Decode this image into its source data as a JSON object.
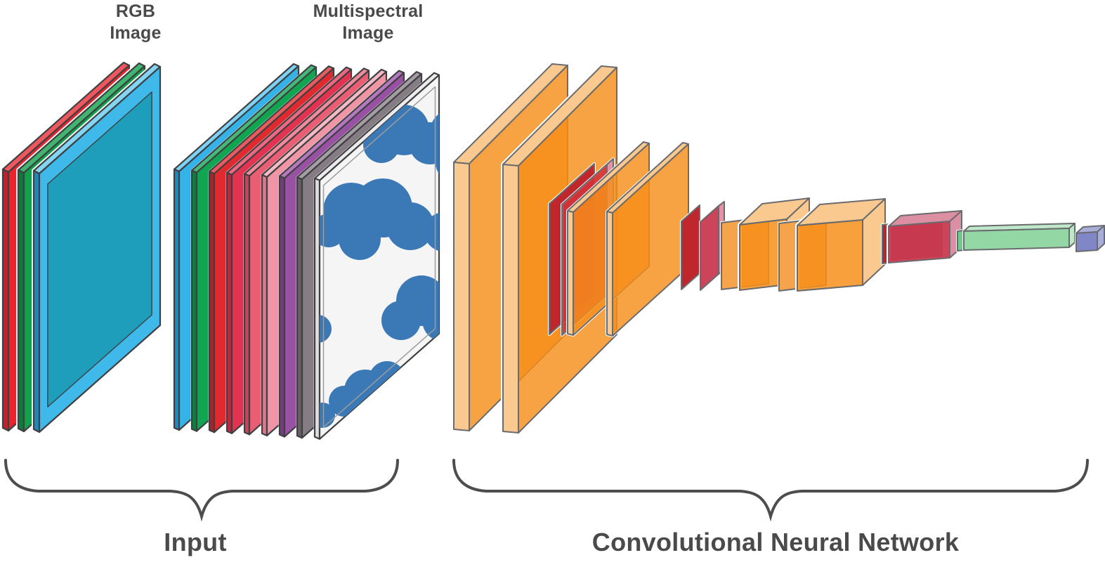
{
  "titles": {
    "rgb_line1": "RGB",
    "rgb_line2": "Image",
    "ms_line1": "Multispectral",
    "ms_line2": "Image"
  },
  "captions": {
    "input": "Input",
    "cnn": "Convolutional Neural Network"
  },
  "diagram": {
    "background": "#FFFFFF",
    "text_color": "#4A4A4A",
    "brace_color": "#4D4D4D",
    "input_outline": "#3F4042",
    "cnn_outline": "#6A6B6E",
    "rgb_image": {
      "layers": [
        {
          "name": "red-channel-layer",
          "face": "#E8242C",
          "side": "#C8202A",
          "top": "#F0565E",
          "opacity": 1
        },
        {
          "name": "green-channel-layer",
          "face": "#12A14B",
          "side": "#0C7C3A",
          "top": "#3FB56F",
          "opacity": 1
        },
        {
          "name": "blue-channel-layer",
          "face": "#3EB9E9",
          "side": "#1D87BE",
          "top": "#83D5F4",
          "opacity": 1,
          "inner": "#1E9EBB"
        }
      ]
    },
    "multispectral_image": {
      "cloud_color": "#3B79B6",
      "layers": [
        {
          "name": "cyan-band-layer",
          "face": "#35B3E8",
          "side": "#2089BF",
          "top": "#7ED2F5",
          "opacity": 1
        },
        {
          "name": "green-band-layer",
          "face": "#10A551",
          "side": "#0C7F3E",
          "top": "#45BA78",
          "opacity": 1
        },
        {
          "name": "red-band-layer",
          "face": "#E02A2F",
          "side": "#B21F26",
          "top": "#EB5A5E",
          "opacity": 1
        },
        {
          "name": "crimson-band-layer",
          "face": "#E43350",
          "side": "#BE2840",
          "top": "#EE6880",
          "opacity": 1
        },
        {
          "name": "rose-band-layer",
          "face": "#EA5D72",
          "side": "#CC4258",
          "top": "#F18B9C",
          "opacity": 1
        },
        {
          "name": "pink-band-layer",
          "face": "#F095A5",
          "side": "#D97A8C",
          "top": "#F6BAC5",
          "opacity": 1
        },
        {
          "name": "purple-band-layer",
          "face": "#9951A3",
          "side": "#773B81",
          "top": "#B678BE",
          "opacity": 1
        },
        {
          "name": "gray-band-layer",
          "face": "#867C84",
          "side": "#685F66",
          "top": "#A69DA4",
          "opacity": 1
        },
        {
          "name": "cloud-image-layer",
          "face": "#F6F5F6",
          "side": "#DFDDDE",
          "top": "#ECEAEB",
          "opacity": 1,
          "inner_stroke": "#9C9C9C"
        }
      ]
    },
    "cnn": {
      "elements": {
        "c1a": {
          "name": "conv1-feature-map-1",
          "face": "#F78F1A",
          "side": "#FAC98F",
          "top": "#FAC98F",
          "opacity": 0.82
        },
        "c1b": {
          "name": "conv1-feature-map-2",
          "face": "#F78F1A",
          "side": "#FAC98F",
          "top": "#FAC98F",
          "opacity": 0.82
        },
        "p1d": {
          "name": "pool1-back-sheet",
          "face": "#C0272D",
          "opacity": 1
        },
        "p1": {
          "name": "pool1-layer",
          "face": "#D13438",
          "side": "#E891A4",
          "top": "#E891A4",
          "opacity": 0.9
        },
        "c2a": {
          "name": "conv2-feature-map-1",
          "face": "#F78F1A",
          "side": "#FAC98F",
          "top": "#FAC98F",
          "opacity": 0.82
        },
        "c2b": {
          "name": "conv2-feature-map-2",
          "face": "#F78F1A",
          "side": "#FAC98F",
          "top": "#FAC98F",
          "opacity": 0.82
        },
        "p2d": {
          "name": "pool2-back-sheet",
          "face": "#C0272D",
          "opacity": 1
        },
        "p2": {
          "name": "pool2-layer",
          "face": "#C93A50",
          "side": "#E891A4",
          "top": "#E891A4",
          "opacity": 0.95
        },
        "c3ab": {
          "name": "conv3-back-sheet-1",
          "face": "#F5A44C",
          "opacity": 1
        },
        "c3a": {
          "name": "conv3-feature-map-1",
          "face": "#F78F1A",
          "side": "#FAC98F",
          "top": "#FAC98F",
          "opacity": 0.85
        },
        "c3bb": {
          "name": "conv3-back-sheet-2",
          "face": "#F5A44C",
          "opacity": 1
        },
        "c3b": {
          "name": "conv3-feature-map-2",
          "face": "#F78F1A",
          "side": "#FAC98F",
          "top": "#FAC98F",
          "opacity": 0.85
        },
        "p3d": {
          "name": "pool3-back-sheet",
          "face": "#B5282E",
          "opacity": 1
        },
        "p3": {
          "name": "pool3-layer",
          "face": "#C83A50",
          "side": "#DC8FA2",
          "top": "#DC8FA2",
          "opacity": 0.95
        },
        "fce": {
          "name": "fc-layer-edge",
          "face": "#6FC98B",
          "opacity": 1
        },
        "fc": {
          "name": "fc-layer",
          "face": "#93D7A4",
          "side": "#BEE9C8",
          "top": "#BEE9C8",
          "opacity": 1
        },
        "out": {
          "name": "output-layer",
          "face": "#8186C6",
          "side": "#A9ADD9",
          "top": "#A9ADD9",
          "opacity": 1
        }
      }
    }
  }
}
